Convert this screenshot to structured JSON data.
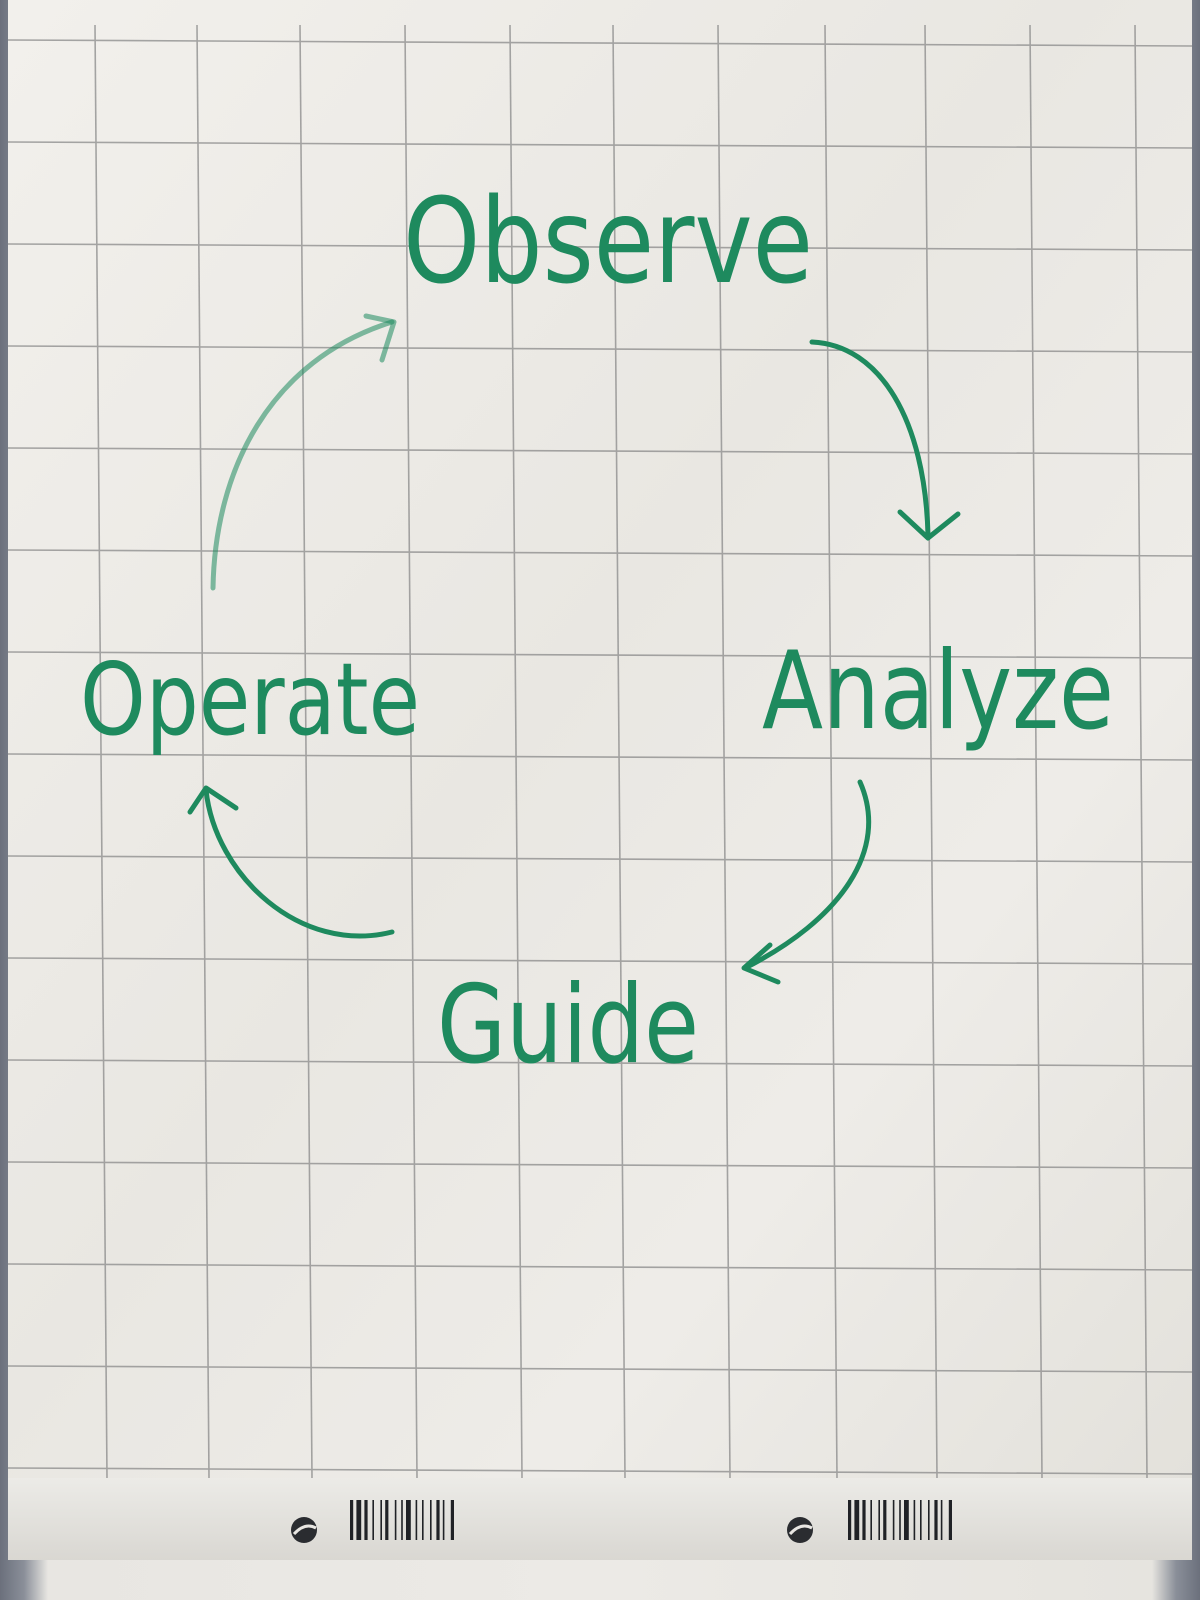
{
  "diagram": {
    "nodes": [
      {
        "id": "observe",
        "label": "Observe"
      },
      {
        "id": "analyze",
        "label": "Analyze"
      },
      {
        "id": "guide",
        "label": "Guide"
      },
      {
        "id": "operate",
        "label": "Operate"
      }
    ],
    "edges": [
      {
        "from": "observe",
        "to": "analyze"
      },
      {
        "from": "analyze",
        "to": "guide"
      },
      {
        "from": "guide",
        "to": "operate"
      },
      {
        "from": "operate",
        "to": "observe"
      }
    ]
  },
  "colors": {
    "marker_ink": "#1e8a5e",
    "paper": "#eceae6",
    "grid_line": "#8a8a8a"
  }
}
